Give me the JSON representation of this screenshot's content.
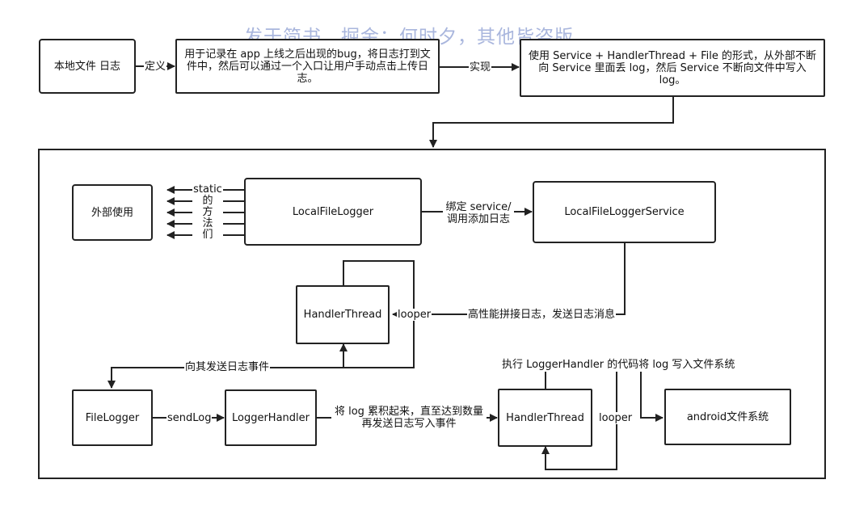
{
  "watermark": "发于简书、掘金：何时夕，其他皆盗版",
  "nodes": {
    "local_log": "本地文件 日志",
    "definition": "用于记录在 app 上线之后出现的bug，将日志打到文件中，然后可以通过一个入口让用户手动点击上传日志。",
    "implementation": "使用 Service + HandlerThread + File 的形式，从外部不断向 Service 里面丢 log，然后 Service 不断向文件中写入 log。",
    "external_use": "外部使用",
    "local_file_logger": "LocalFileLogger",
    "local_file_logger_service": "LocalFileLoggerService",
    "handler_thread_top": "HandlerThread",
    "file_logger": "FileLogger",
    "logger_handler": "LoggerHandler",
    "handler_thread_bottom": "HandlerThread",
    "android_fs": "android文件系统"
  },
  "edges": {
    "define": "定义",
    "implement": "实现",
    "static_methods": [
      "static",
      "的",
      "方",
      "法",
      "们"
    ],
    "bind_service": "绑定 service/ 调用添加日志",
    "concat_log": "高性能拼接日志，发送日志消息",
    "looper_top": "looper",
    "send_log_event": "向其发送日志事件",
    "send_log": "sendLog",
    "accumulate": "将 log 累积起来，直至达到数量 再发送日志写入事件",
    "execute_code": "执行 LoggerHandler 的代码将 log 写入文件系统",
    "looper_bottom": "looper"
  }
}
